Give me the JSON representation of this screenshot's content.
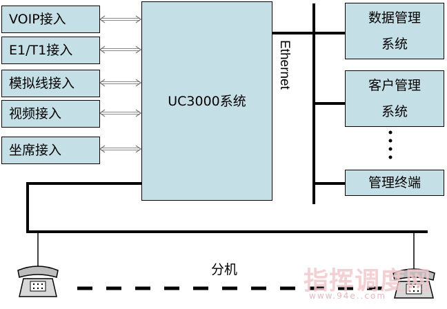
{
  "inputs": [
    {
      "name": "voip",
      "label": "VOIP接入"
    },
    {
      "name": "e1t1",
      "label": "E1/T1接入"
    },
    {
      "name": "analog",
      "label": "模拟线接入"
    },
    {
      "name": "video",
      "label": "视频接入"
    },
    {
      "name": "seat",
      "label": "坐席接入"
    }
  ],
  "core": {
    "label": "UC3000系统"
  },
  "right_systems": {
    "data_mgmt": {
      "line1": "数据管理",
      "line2": "系统"
    },
    "customer_mgmt": {
      "line1": "客户管理",
      "line2": "系统"
    },
    "terminal": {
      "label": "管理终端"
    }
  },
  "bus": {
    "label": "Ethernet"
  },
  "extension": {
    "label": "分机"
  },
  "watermark": {
    "main": "指挥调度网",
    "sub": "www.94e..com"
  },
  "colors": {
    "box_fill": "#c5dfe6",
    "line": "#000000",
    "watermark": "#f1c8cc"
  }
}
